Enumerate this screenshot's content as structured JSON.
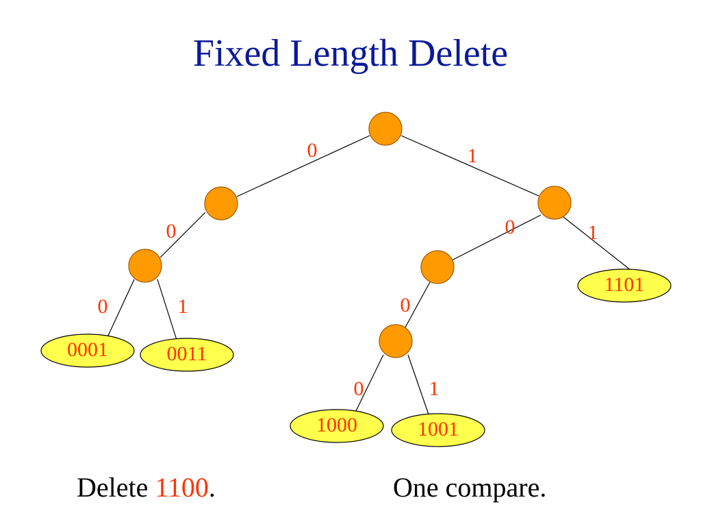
{
  "title": "Fixed Length Delete",
  "nodes": [
    {
      "id": "root"
    },
    {
      "id": "n0"
    },
    {
      "id": "n00"
    },
    {
      "id": "n1"
    },
    {
      "id": "n10"
    },
    {
      "id": "n100"
    }
  ],
  "leaves": [
    {
      "id": "l0001",
      "label": "0001"
    },
    {
      "id": "l0011",
      "label": "0011"
    },
    {
      "id": "l1000",
      "label": "1000"
    },
    {
      "id": "l1001",
      "label": "1001"
    },
    {
      "id": "l1101",
      "label": "1101"
    }
  ],
  "edges": [
    {
      "from": "root",
      "to": "n0",
      "label": "0"
    },
    {
      "from": "root",
      "to": "n1",
      "label": "1"
    },
    {
      "from": "n0",
      "to": "n00",
      "label": "0"
    },
    {
      "from": "n00",
      "to": "l0001",
      "label": "0"
    },
    {
      "from": "n00",
      "to": "l0011",
      "label": "1"
    },
    {
      "from": "n1",
      "to": "n10",
      "label": "0"
    },
    {
      "from": "n1",
      "to": "l1101",
      "label": "1"
    },
    {
      "from": "n10",
      "to": "n100",
      "label": "0"
    },
    {
      "from": "n100",
      "to": "l1000",
      "label": "0"
    },
    {
      "from": "n100",
      "to": "l1001",
      "label": "1"
    }
  ],
  "footer": {
    "delete_prefix": "Delete ",
    "delete_key": "1100",
    "delete_suffix": ".",
    "compare_text": "One compare."
  },
  "colors": {
    "title": "#0a1a9a",
    "node_fill": "#ff9a00",
    "leaf_fill": "#ffff4d",
    "label": "#ff3300"
  }
}
